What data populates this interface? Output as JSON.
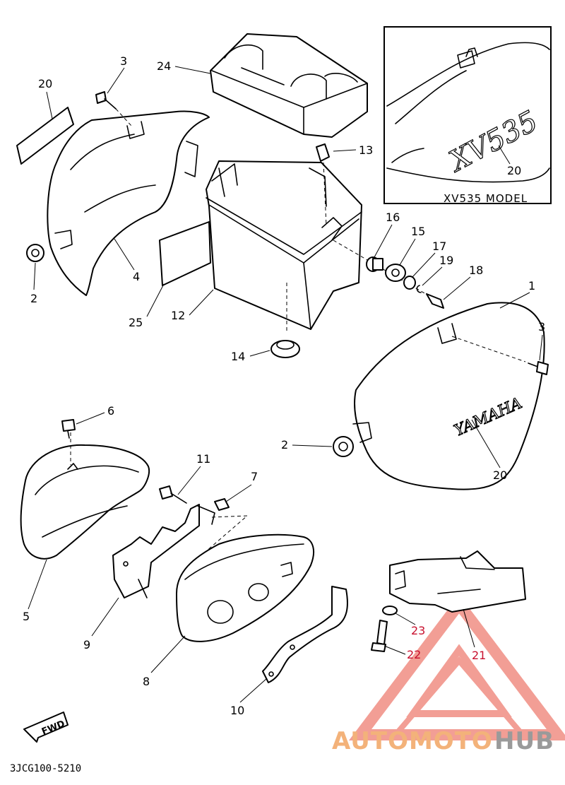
{
  "diagram": {
    "part_numbers": {
      "p1": "1",
      "p2a": "2",
      "p2b": "2",
      "p3a": "3",
      "p3b": "3",
      "p4": "4",
      "p5": "5",
      "p6": "6",
      "p7": "7",
      "p8": "8",
      "p9": "9",
      "p10": "10",
      "p11": "11",
      "p12": "12",
      "p13": "13",
      "p14": "14",
      "p15": "15",
      "p16": "16",
      "p17": "17",
      "p18": "18",
      "p19": "19",
      "p20a": "20",
      "p20b": "20",
      "p20c": "20",
      "p21": "21",
      "p22": "22",
      "p23": "23",
      "p24": "24",
      "p25": "25"
    },
    "inset_caption": "XV535 MODEL",
    "inset_emblem": "XV535",
    "cover_emblem": "YAMAHA",
    "fwd_label": "FWD",
    "diagram_code": "3JCG100-5210",
    "watermark": {
      "part1": "AUTOMOTO",
      "part2": "HUB"
    },
    "colors": {
      "lines": "#000000",
      "highlight_numbers": "#c8102e",
      "watermark_triangle": "#e8503f",
      "watermark_text_a": "#f3b27a",
      "watermark_text_b": "#9a9a9a"
    }
  }
}
